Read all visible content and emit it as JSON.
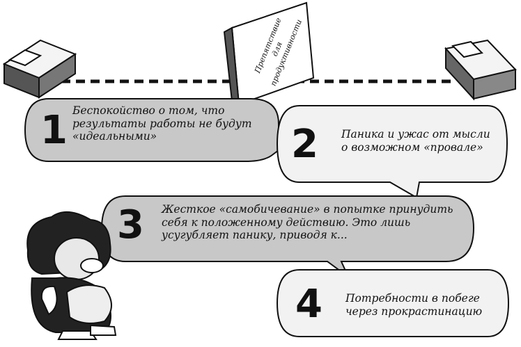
{
  "barrier_sign": {
    "line1": "Препятствие",
    "line2": "для",
    "line3": "продуктивности"
  },
  "steps": [
    {
      "number": "1",
      "lines": [
        "Беспокойство о том, что",
        "результаты работы не будут",
        "«идеальными»"
      ]
    },
    {
      "number": "2",
      "lines": [
        "Паника и ужас от мысли",
        "о возможном «провале»"
      ]
    },
    {
      "number": "3",
      "lines": [
        "Жесткое «самобичевание» в попытке принудить",
        "себя к положенному действию. Это лишь",
        "усугубляет панику, приводя к..."
      ]
    },
    {
      "number": "4",
      "lines": [
        "Потребности в побеге",
        "через прокрастинацию"
      ]
    }
  ],
  "colors": {
    "bubble_fill": "#c8c8c8",
    "bubble_fill_light": "#f2f2f2",
    "outline": "#111111",
    "road_dash": "#111111"
  }
}
